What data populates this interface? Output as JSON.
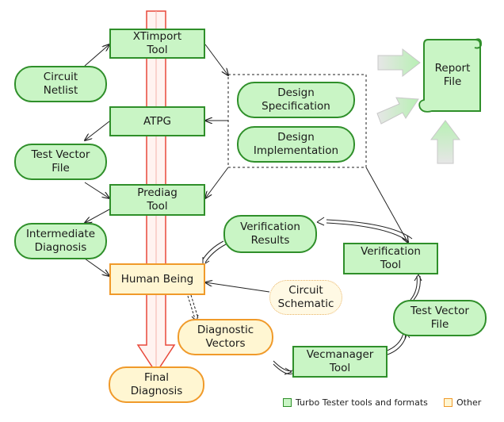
{
  "nodes": {
    "xtimport": "XTimport\nTool",
    "circuit_netlist": "Circuit\nNetlist",
    "atpg": "ATPG",
    "test_vector_file_left": "Test Vector\nFile",
    "prediag": "Prediag\nTool",
    "intermediate_diagnosis": "Intermediate\nDiagnosis",
    "human_being": "Human Being",
    "final_diagnosis": "Final\nDiagnosis",
    "design_specification": "Design\nSpecification",
    "design_implementation": "Design\nImplementation",
    "report_file": "Report\nFile",
    "verification_results": "Verification\nResults",
    "verification_tool": "Verification\nTool",
    "circuit_schematic": "Circuit\nSchematic",
    "diagnostic_vectors": "Diagnostic\nVectors",
    "test_vector_file_right": "Test Vector\nFile",
    "vecmanager": "Vecmanager\nTool"
  },
  "legend": {
    "turbo": "Turbo Tester tools and formats",
    "other": "Other"
  },
  "colors": {
    "turbo_fill": "#c9f5c5",
    "turbo_border": "#2f8f2a",
    "other_fill": "#fff6d2",
    "other_border": "#f09a2a"
  }
}
